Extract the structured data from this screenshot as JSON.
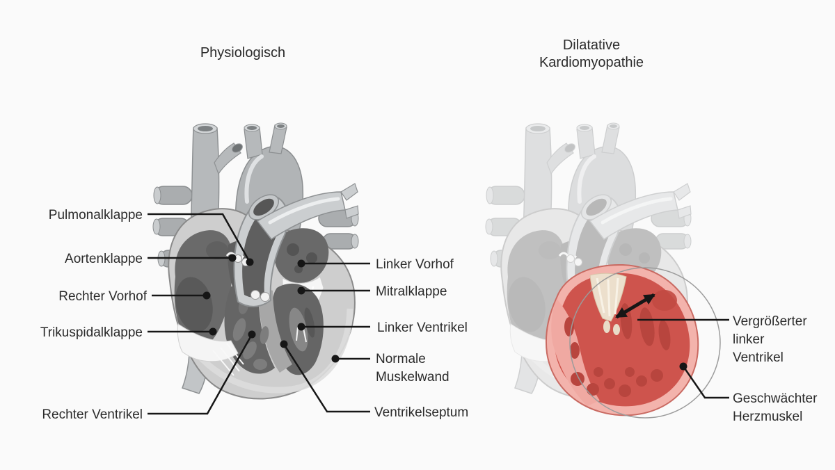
{
  "figure": {
    "left_panel_title": "Physiologisch",
    "right_panel_title": "Dilatative Kardiomyopathie"
  },
  "labels": {
    "pulmonalklappe": "Pulmonalklappe",
    "aortenklappe": "Aortenklappe",
    "rechter_vorhof": "Rechter Vorhof",
    "trikuspidalklappe": "Trikuspidalklappe",
    "rechter_ventrikel": "Rechter Ventrikel",
    "linker_vorhof": "Linker Vorhof",
    "mitralklappe": "Mitralklappe",
    "linker_ventrikel": "Linker Ventrikel",
    "normale_muskelwand": "Normale Muskelwand",
    "ventrikelseptum": "Ventrikelseptum",
    "vergroesserter_linker_ventrikel": "Vergrößerter linker Ventrikel",
    "geschwaechter_herzmuskel": "Geschwächter Herzmuskel"
  },
  "colors": {
    "background": "#fafafa",
    "text": "#2b2b2b",
    "leader_line": "#161616",
    "heart_gray_dark": "#656565",
    "heart_gray_light": "#cecece",
    "vessel_gray": "#b6b9bb",
    "highlight_red": "#ce544d",
    "highlight_dark_red": "#b8453e",
    "highlight_pink": "#f3b3ac",
    "valve_cream": "#ecdfcc",
    "magnifier_circle": "#9b9b9b"
  }
}
